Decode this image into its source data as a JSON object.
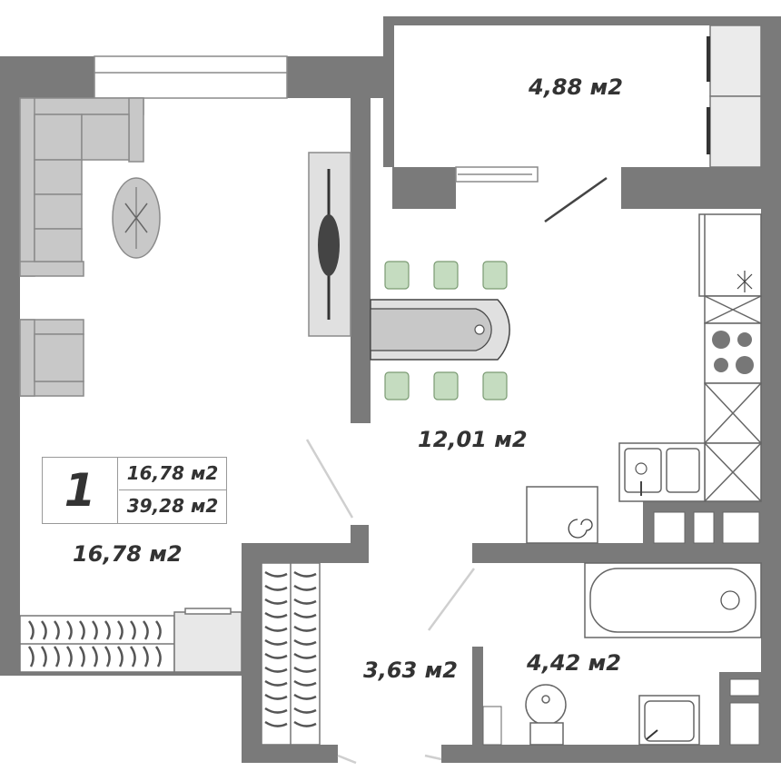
{
  "plan": {
    "apartment_number": "1",
    "summary": {
      "living_area": "16,78 м2",
      "total_area": "39,28 м2"
    },
    "rooms": {
      "balcony": "4,88 м2",
      "kitchen_dining": "12,01 м2",
      "living_room": "16,78 м2",
      "hallway": "3,63 м2",
      "bathroom": "4,42 м2"
    }
  },
  "colors": {
    "wall": "#7a7a7a",
    "furniture_fill": "#c8c8c8",
    "furniture_stroke": "#8a8a8a",
    "chair_fill": "#c5dcc0",
    "line": "#444444",
    "text": "#333333"
  }
}
